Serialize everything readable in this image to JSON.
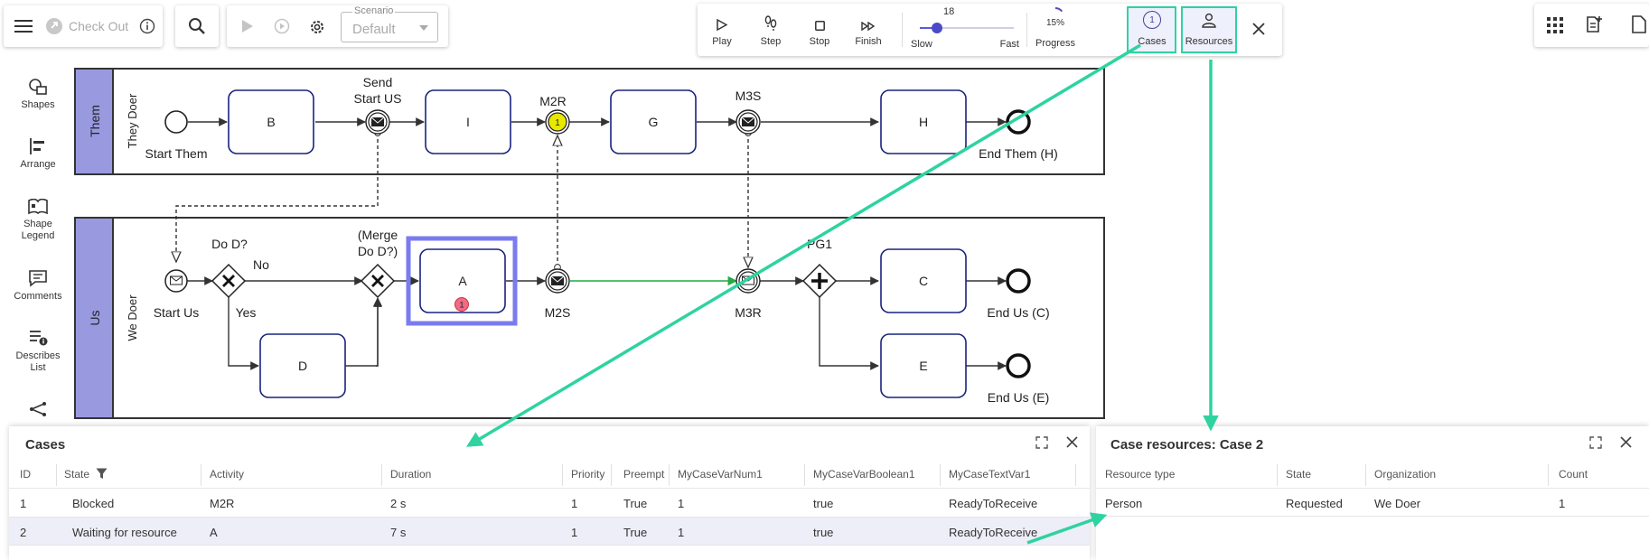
{
  "toolbar_left": {
    "checkout_label": "Check Out"
  },
  "simulation": {
    "scenario_legend": "Scenario",
    "scenario_value": "Default"
  },
  "playback": {
    "play": "Play",
    "step": "Step",
    "stop": "Stop",
    "finish": "Finish",
    "speed_value": "18",
    "speed_fraction": 0.18,
    "slow": "Slow",
    "fast": "Fast",
    "progress_pct": "15%",
    "progress_fraction": 0.15,
    "progress": "Progress",
    "cases": "Cases",
    "cases_badge": "1",
    "resources": "Resources"
  },
  "sidebar": {
    "shapes": "Shapes",
    "arrange": "Arrange",
    "legend_l1": "Shape",
    "legend_l2": "Legend",
    "comments": "Comments",
    "describes_l1": "Describes",
    "describes_l2": "List"
  },
  "diagram": {
    "pool_them": "Them",
    "lane_them": "They Doer",
    "pool_us": "Us",
    "lane_us": "We Doer",
    "start_them": "Start Them",
    "send_start_l1": "Send",
    "send_start_l2": "Start US",
    "m2r": "M2R",
    "m3s": "M3S",
    "end_them": "End Them (H)",
    "task_b": "B",
    "task_i": "I",
    "task_g": "G",
    "task_h": "H",
    "start_us": "Start Us",
    "do_d": "Do D?",
    "no": "No",
    "yes": "Yes",
    "merge_l1": "(Merge",
    "merge_l2": "Do D?)",
    "task_a": "A",
    "task_a_badge": "1",
    "m2r_badge": "1",
    "m2s": "M2S",
    "m3r": "M3R",
    "pg1": "PG1",
    "task_c": "C",
    "task_d": "D",
    "task_e": "E",
    "end_us_c": "End Us (C)",
    "end_us_e": "End Us (E)"
  },
  "cases_panel": {
    "title": "Cases",
    "columns": [
      "ID",
      "State",
      "Activity",
      "Duration",
      "Priority",
      "Preempt",
      "MyCaseVarNum1",
      "MyCaseVarBoolean1",
      "MyCaseTextVar1"
    ],
    "rows": [
      [
        "1",
        "Blocked",
        "M2R",
        "2 s",
        "1",
        "True",
        "1",
        "true",
        "ReadyToReceive"
      ],
      [
        "2",
        "Waiting for resource",
        "A",
        "7 s",
        "1",
        "True",
        "1",
        "true",
        "ReadyToReceive"
      ]
    ]
  },
  "resources_panel": {
    "title": "Case resources: Case 2",
    "columns": [
      "Resource type",
      "State",
      "Organization",
      "Count"
    ],
    "rows": [
      [
        "Person",
        "Requested",
        "We Doer",
        "1"
      ]
    ]
  },
  "colors": {
    "accent": "#2ed3a0",
    "lane": "#9999e0",
    "task_border": "#1a237e",
    "selection": "#7b7bf0",
    "flow_active": "#22aa44"
  }
}
